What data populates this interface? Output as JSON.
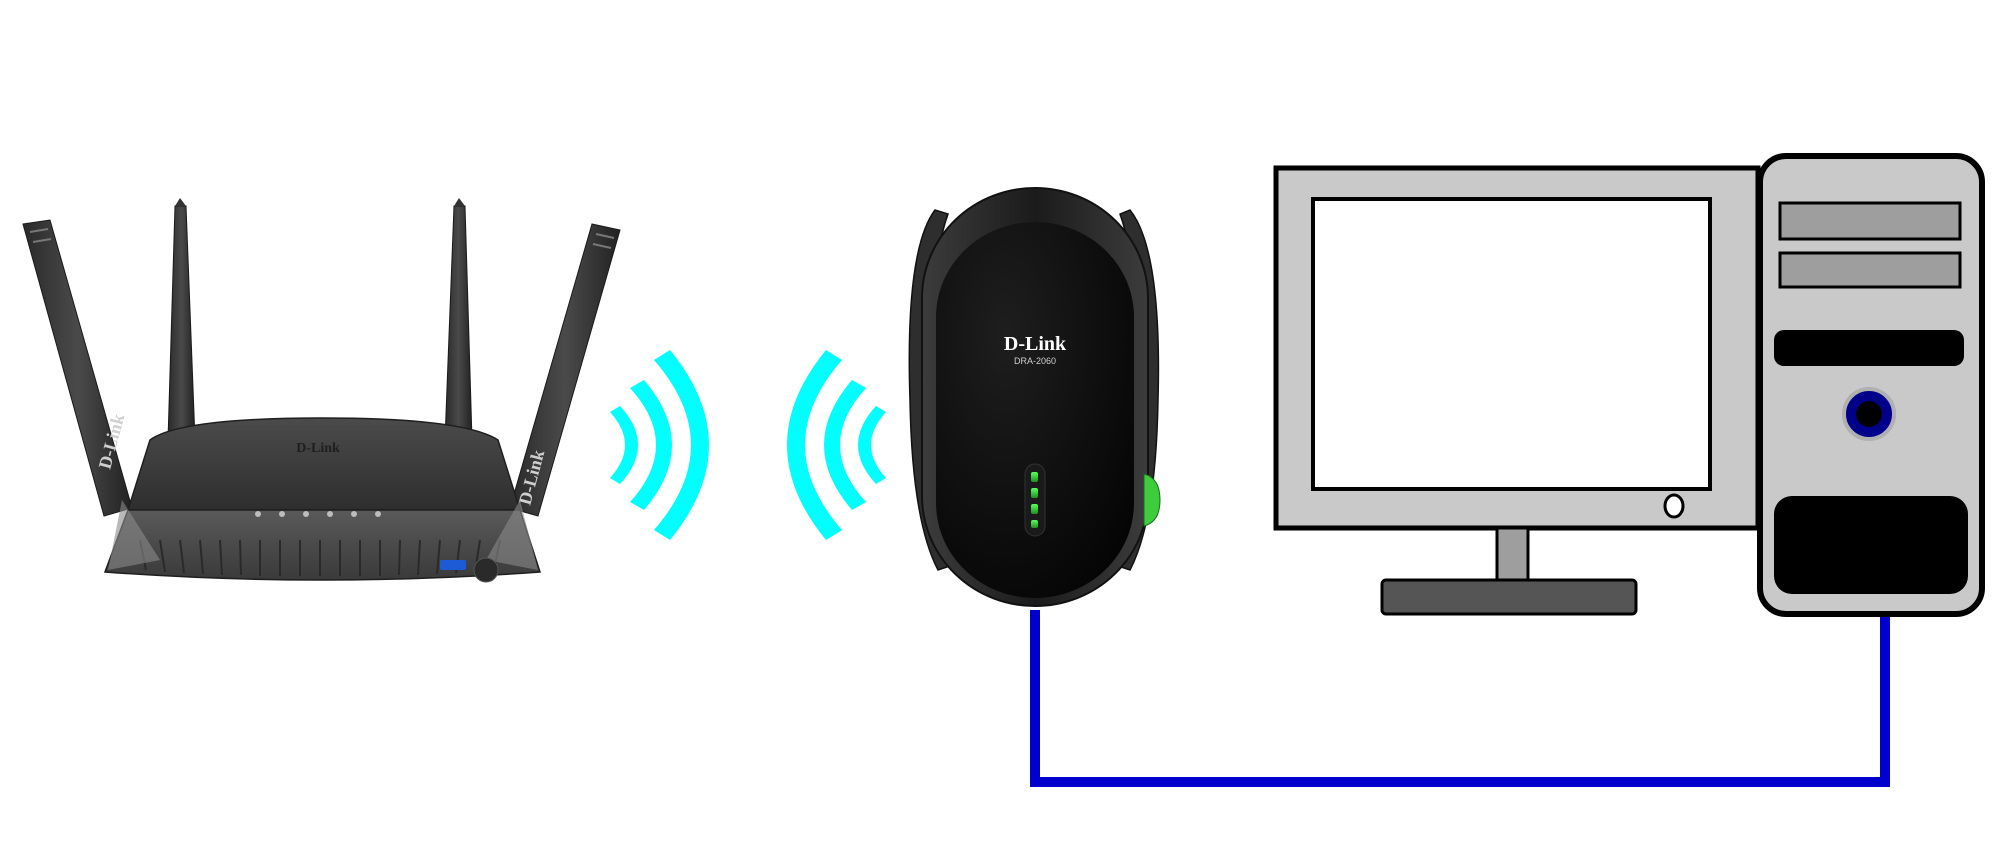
{
  "diagram": {
    "router": {
      "brand": "D-Link"
    },
    "extender": {
      "brand": "D-Link",
      "model": "DRA-2060"
    },
    "colors": {
      "wifi_waves": "#00ffff",
      "ethernet_cable": "#0000cc",
      "router_body": "#3a3a3a",
      "extender_body": "#0a0a0a",
      "extender_led": "#3dcc3d",
      "monitor_frame": "#c9c9c9",
      "tower_body": "#c9c9c9",
      "tower_button": "#00008b"
    },
    "icons": {
      "router": "wireless-router-icon",
      "left_waves": "wifi-signal-right-icon",
      "right_waves": "wifi-signal-left-icon",
      "extender": "range-extender-icon",
      "monitor": "monitor-icon",
      "tower": "pc-tower-icon",
      "cable": "ethernet-cable"
    }
  }
}
